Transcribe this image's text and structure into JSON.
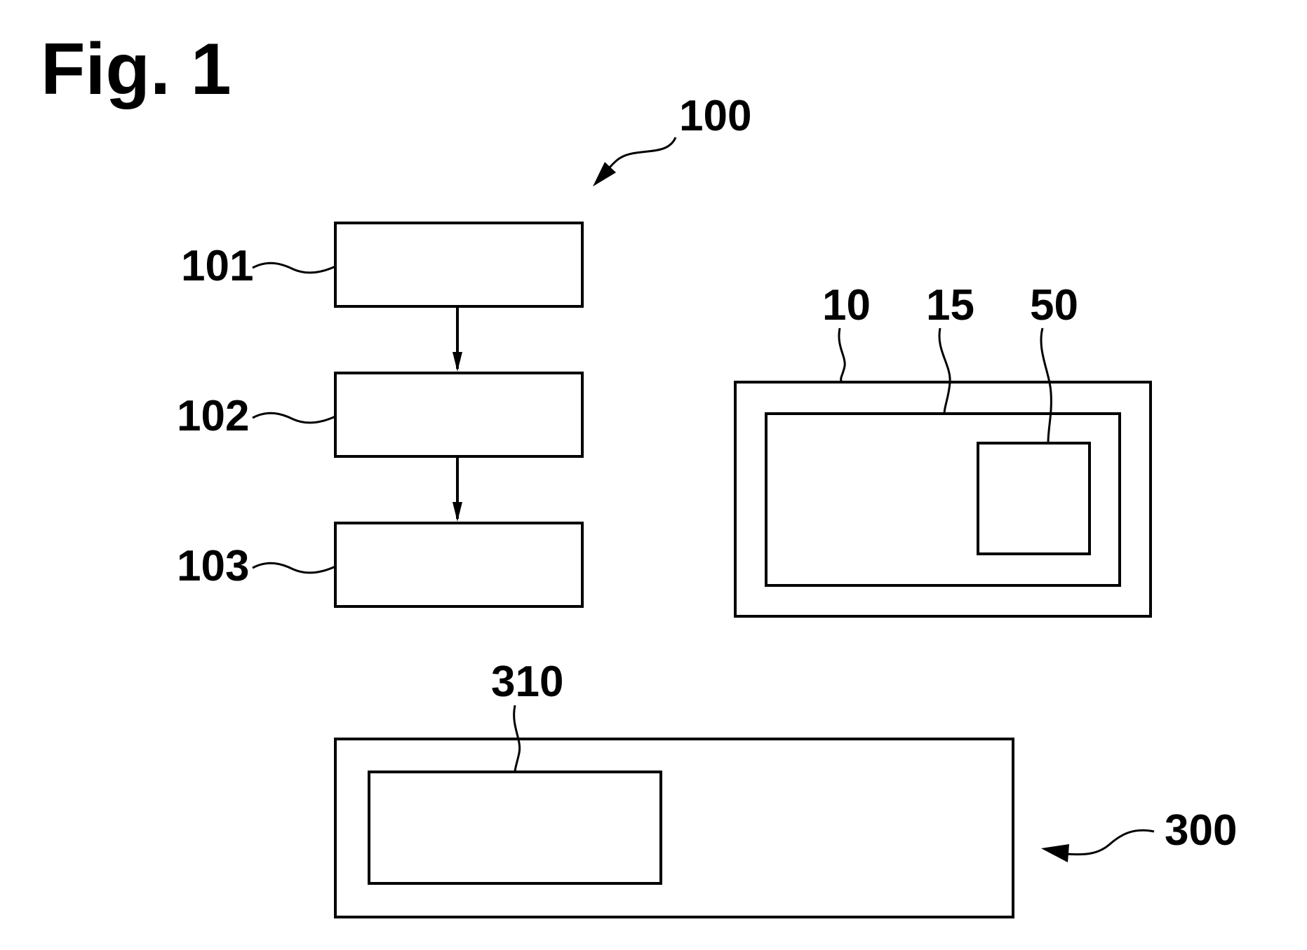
{
  "figure": {
    "title": "Fig. 1"
  },
  "method": {
    "ref": "100",
    "steps": [
      {
        "ref": "101"
      },
      {
        "ref": "102"
      },
      {
        "ref": "103"
      }
    ]
  },
  "device": {
    "outer_ref": "10",
    "middle_ref": "15",
    "inner_ref": "50"
  },
  "system": {
    "ref": "300",
    "component_ref": "310"
  }
}
